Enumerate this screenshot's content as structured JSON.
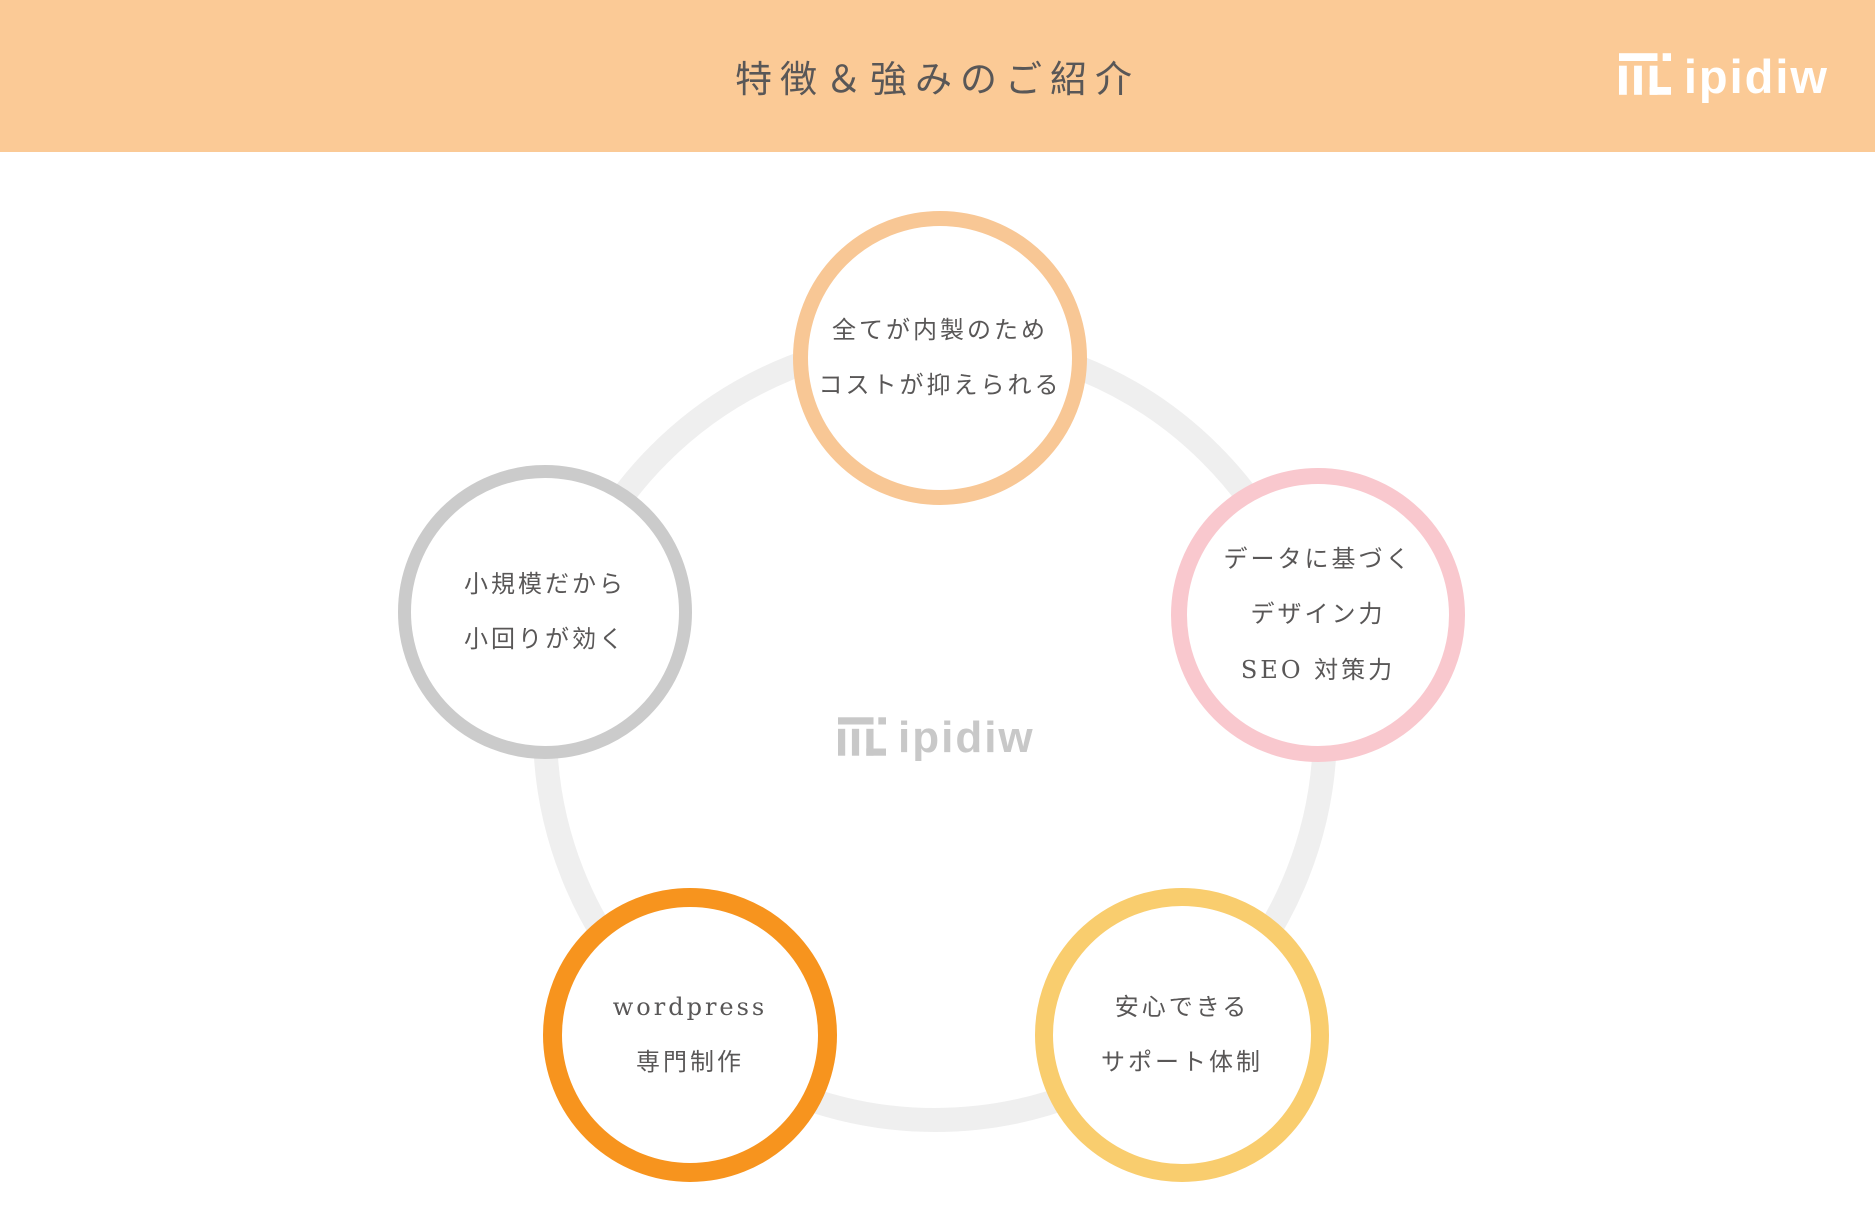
{
  "header": {
    "title": "特徴＆強みのご紹介",
    "bg_color": "#FBCA96",
    "title_color": "#595757",
    "logo": {
      "text": "ipidiw",
      "color": "#FFFFFF"
    }
  },
  "watermark": {
    "text": "ipidiw",
    "color": "#C8C8C8"
  },
  "diagram": {
    "ring_color": "#EFEFEF",
    "text_color": "#595757",
    "circles": [
      {
        "name": "all-in-house-cost",
        "lines": [
          "全てが内製のため",
          "コストが抑えられる"
        ],
        "color": "#F8C795"
      },
      {
        "name": "data-design-seo",
        "lines": [
          "データに基づく",
          "デザイン力",
          "SEO 対策力"
        ],
        "color": "#F9C8CE"
      },
      {
        "name": "small-scale-agility",
        "lines": [
          "小規模だから",
          "小回りが効く"
        ],
        "color": "#CBCBCB"
      },
      {
        "name": "wordpress-production",
        "lines": [
          "wordpress",
          "専門制作"
        ],
        "color": "#F7941E"
      },
      {
        "name": "support-system",
        "lines": [
          "安心できる",
          "サポート体制"
        ],
        "color": "#F9CD6E"
      }
    ]
  }
}
